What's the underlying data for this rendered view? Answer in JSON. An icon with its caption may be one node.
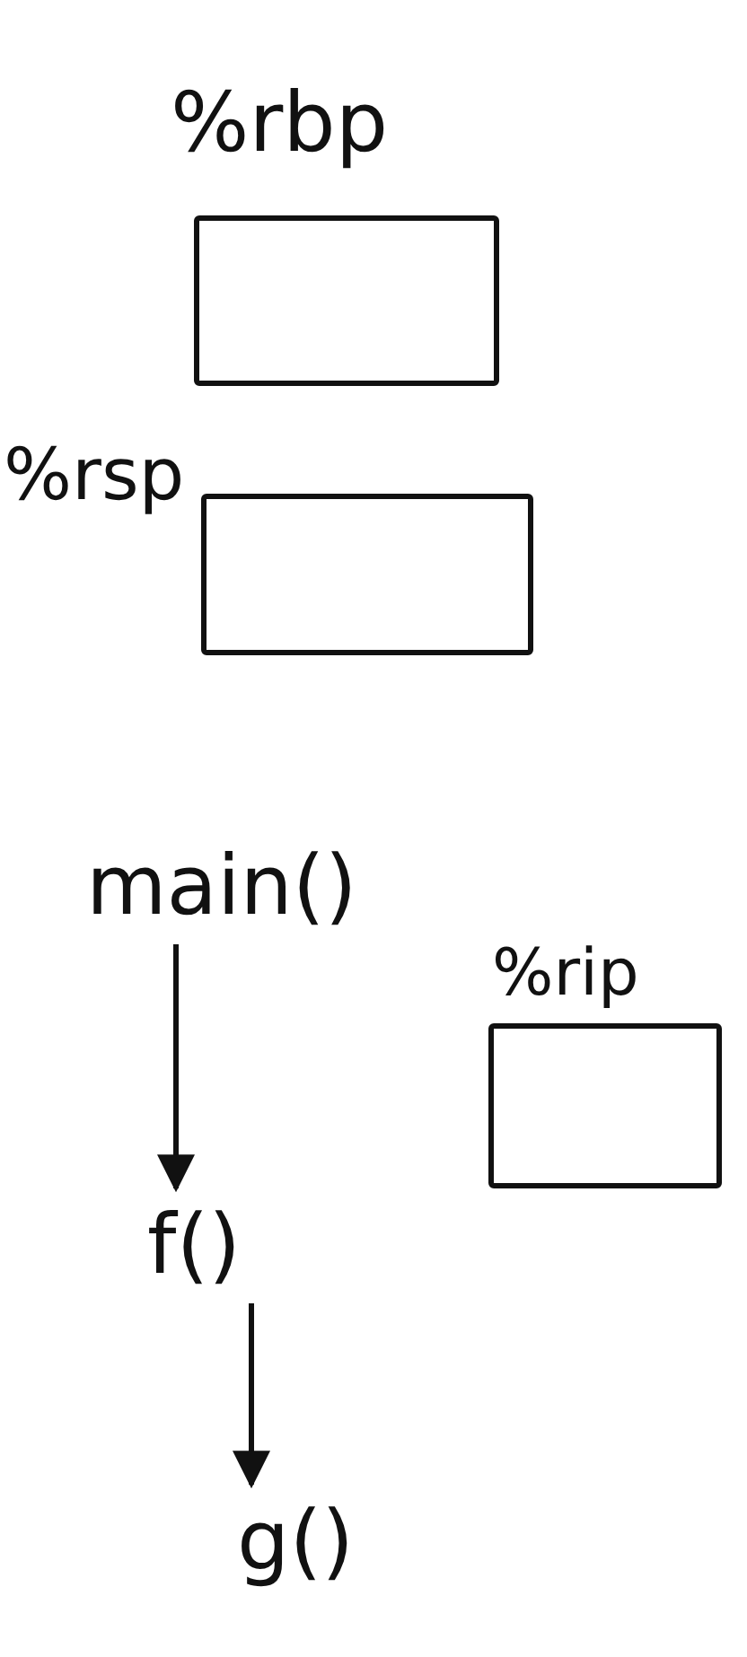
{
  "diagram": {
    "nodes": [
      {
        "text": [
          "%rbp"
        ]
      },
      {
        "text": [
          "%rsp"
        ]
      },
      {
        "text": [
          "main()"
        ]
      },
      {
        "text": [
          "%rip"
        ]
      },
      {
        "text": [
          "f()"
        ]
      },
      {
        "text": [
          "g()"
        ]
      }
    ],
    "edges": [
      {
        "from": 2,
        "to": 4,
        "arrow": "to"
      },
      {
        "from": 4,
        "to": 5,
        "arrow": "to"
      }
    ]
  }
}
